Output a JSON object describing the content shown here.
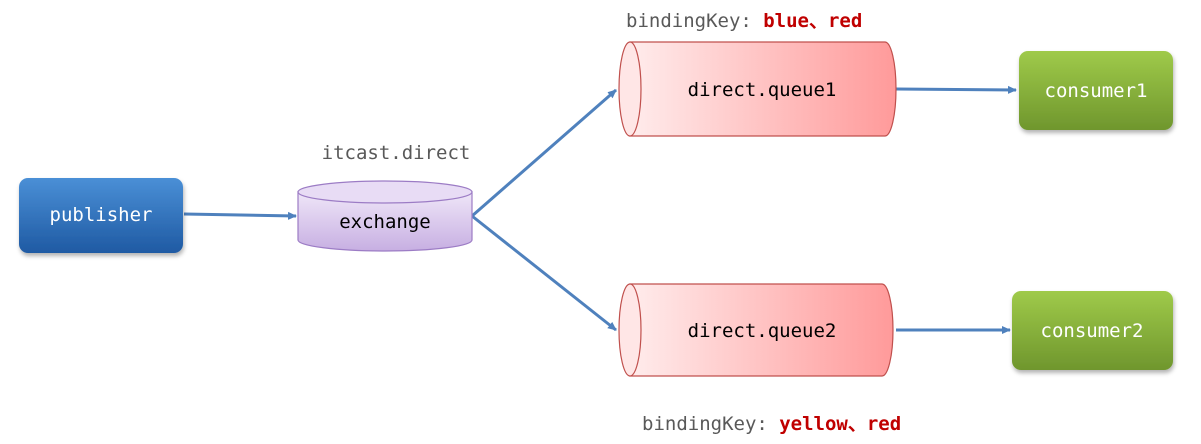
{
  "publisher": {
    "label": "publisher"
  },
  "exchange": {
    "name": "itcast.direct",
    "label": "exchange"
  },
  "queues": [
    {
      "label": "direct.queue1",
      "binding_prefix": "bindingKey:",
      "binding_keys": "blue、red"
    },
    {
      "label": "direct.queue2",
      "binding_prefix": "bindingKey:",
      "binding_keys": "yellow、red"
    }
  ],
  "consumers": [
    {
      "label": "consumer1"
    },
    {
      "label": "consumer2"
    }
  ],
  "colors": {
    "publisher": "#2e75b6",
    "exchange": "#d9c7ee",
    "queue": "#ff9999",
    "consumer": "#8bb83f",
    "arrow": "#4f81bd",
    "binding_key": "#c00000",
    "label_gray": "#595959"
  }
}
